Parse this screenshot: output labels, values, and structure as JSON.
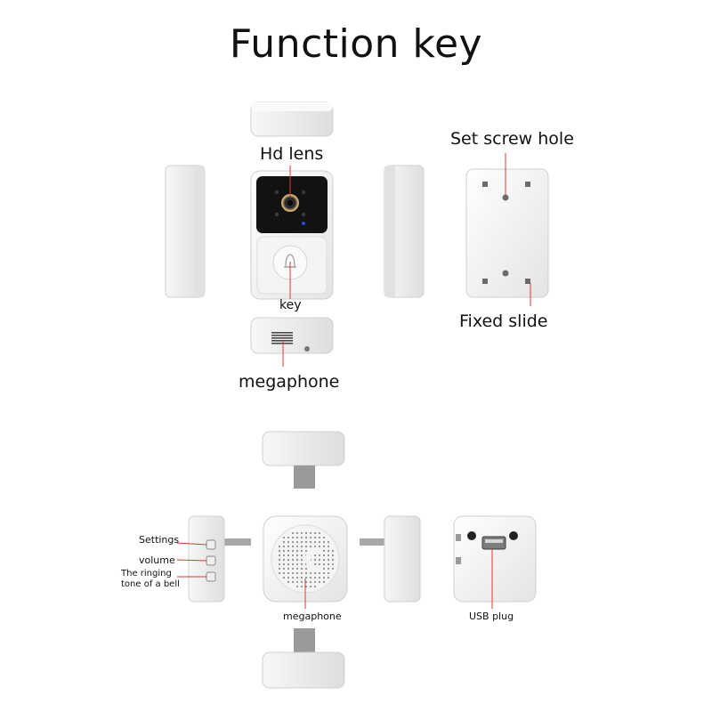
{
  "title": "Function key",
  "doorbell_labels": {
    "lens": "Hd lens",
    "key": "key",
    "megaphone": "megaphone",
    "screw_hole": "Set screw hole",
    "fixed_slide": "Fixed slide"
  },
  "chime_labels": {
    "settings": "Settings",
    "volume": "volume",
    "ringtone_line1": "The ringing",
    "ringtone_line2": "tone of a bell",
    "megaphone": "megaphone",
    "usb_plug": "USB plug"
  },
  "colors": {
    "body": "#f1f1f1",
    "edge": "#d6d6d6",
    "lens_panel": "#121212",
    "leader": "#d83a3a"
  }
}
